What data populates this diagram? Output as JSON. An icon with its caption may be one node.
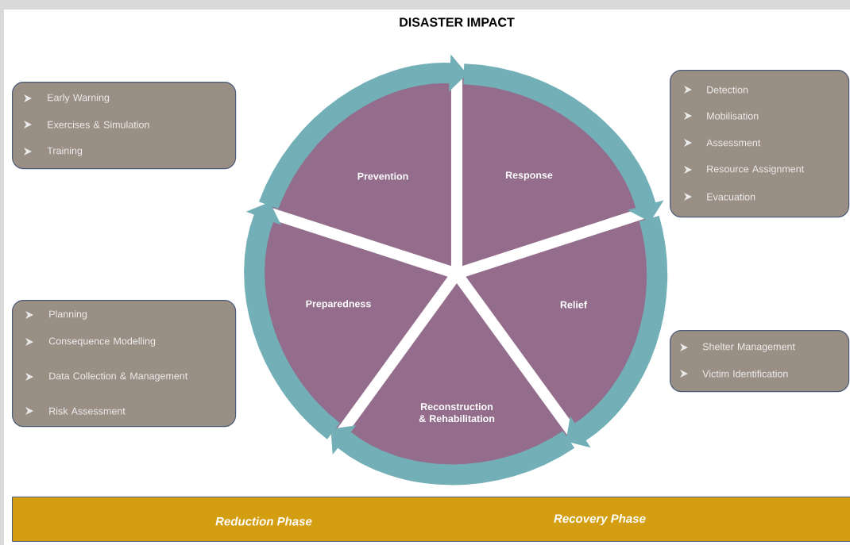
{
  "diagram": {
    "title": "DISASTER IMPACT",
    "nodes": [
      {
        "text": [
          "Prevention"
        ]
      },
      {
        "text": [
          "Response"
        ]
      },
      {
        "text": [
          "Relief"
        ]
      },
      {
        "text": [
          "Reconstruction & Rehabilitation"
        ]
      },
      {
        "text": [
          "Preparedness"
        ]
      },
      {
        "text": [
          "Early Warning",
          "Exercises & Simulation",
          "Training"
        ]
      },
      {
        "text": [
          "Detection",
          "Mobilisation",
          "Assessment",
          "Resource Assignment",
          "Evacuation"
        ]
      },
      {
        "text": [
          "Shelter Management",
          "Victim Identification"
        ]
      },
      {
        "text": [
          "Planning",
          "Consequence Modelling",
          "Data Collection & Management",
          "Risk Assessment"
        ]
      },
      {
        "text": [
          "Reduction Phase",
          "Recovery Phase"
        ]
      }
    ],
    "edges": [
      {
        "from": 0,
        "to": 1,
        "arrow": "to"
      },
      {
        "from": 1,
        "to": 2,
        "arrow": "to"
      },
      {
        "from": 2,
        "to": 3,
        "arrow": "to"
      },
      {
        "from": 3,
        "to": 4,
        "arrow": "to"
      },
      {
        "from": 4,
        "to": 0,
        "arrow": "to"
      }
    ]
  }
}
